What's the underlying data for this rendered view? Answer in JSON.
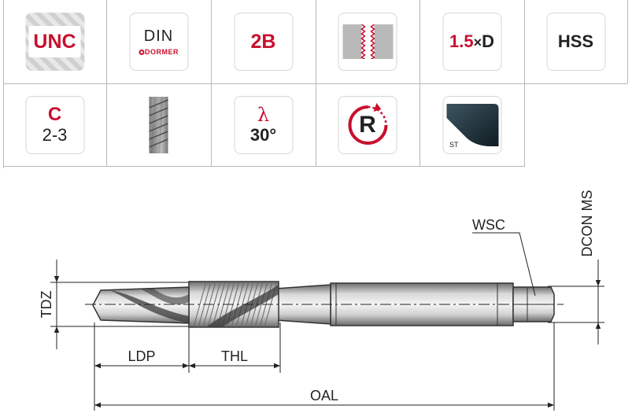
{
  "icons": {
    "thread_standard": "UNC",
    "din_top": "DIN",
    "din_brand": "DORMER",
    "tolerance": "2B",
    "depth_prefix": "1.5",
    "depth_suffix": "D",
    "material": "HSS",
    "chamfer_top": "C",
    "chamfer_bottom": "2-3",
    "helix_symbol": "λ",
    "helix_angle": "30°",
    "rotation_letter": "R",
    "coating_label": "ST"
  },
  "colors": {
    "brand_red": "#c8102e",
    "coating_dark": "#1f2f38"
  },
  "dimensions": {
    "tdz": "TDZ",
    "ldp": "LDP",
    "thl": "THL",
    "oal": "OAL",
    "wsc": "WSC",
    "dcon": "DCON MS"
  }
}
